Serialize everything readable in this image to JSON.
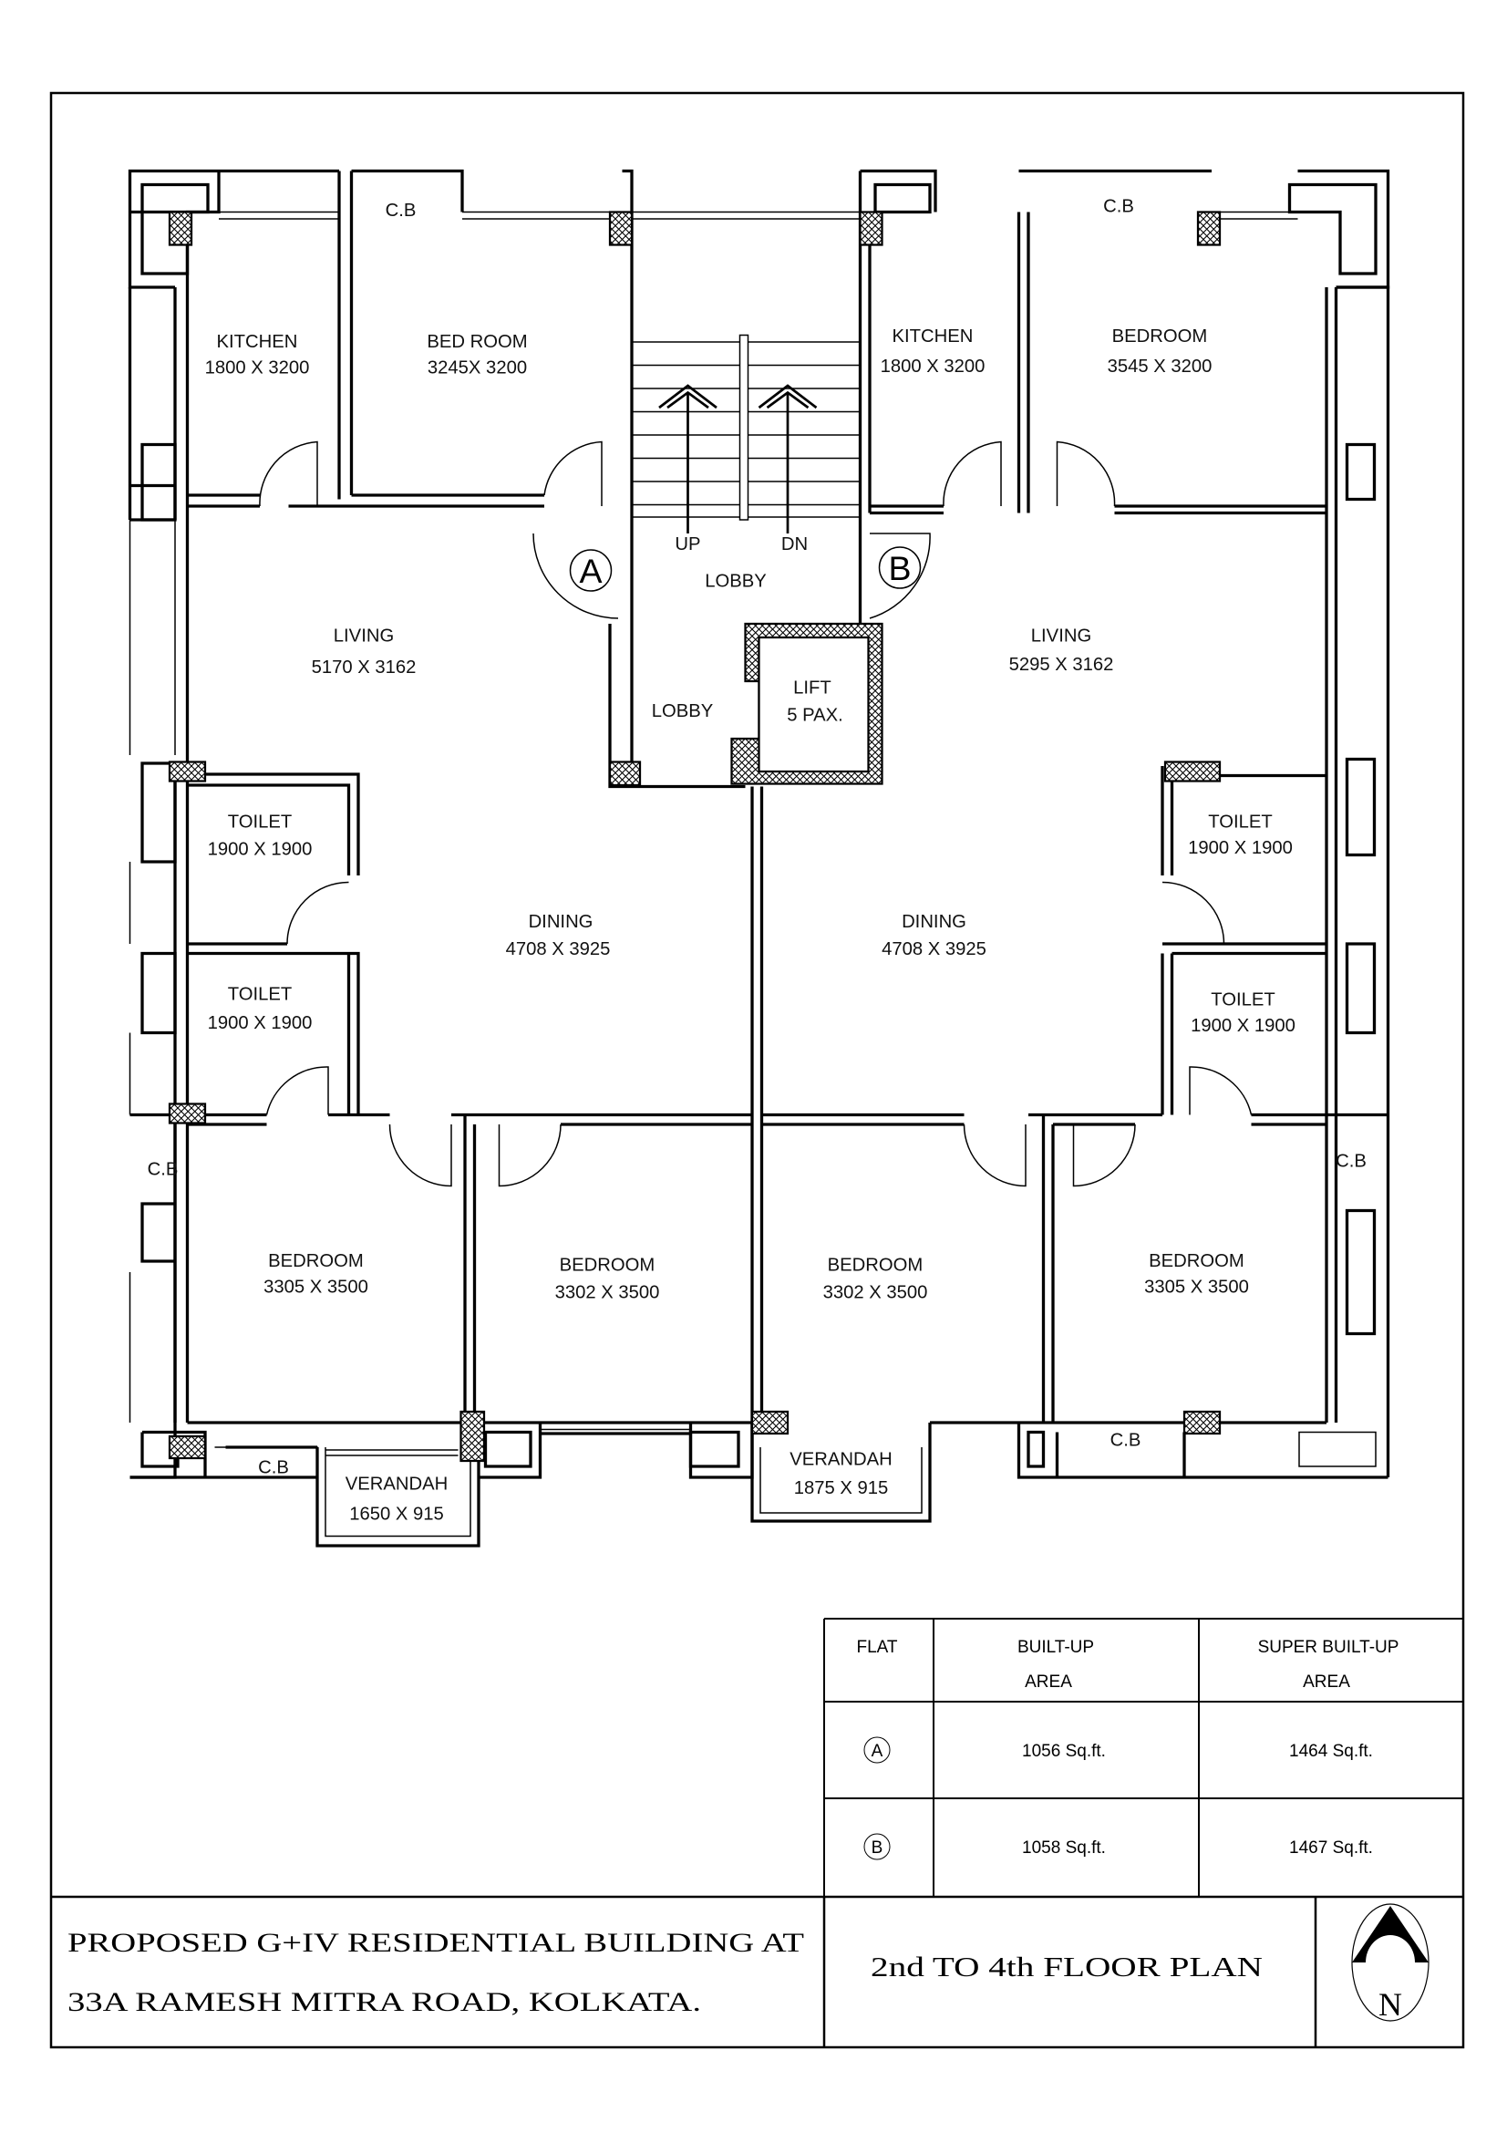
{
  "rooms": {
    "kitchen_a": {
      "name": "KITCHEN",
      "size": "1800 X 3200"
    },
    "bedroom_a_top": {
      "name": "BED ROOM",
      "size": "3245X 3200"
    },
    "kitchen_b": {
      "name": "KITCHEN",
      "size": "1800 X 3200"
    },
    "bedroom_b_top": {
      "name": "BEDROOM",
      "size": "3545 X 3200"
    },
    "living_a": {
      "name": "LIVING",
      "size": "5170 X 3162"
    },
    "living_b": {
      "name": "LIVING",
      "size": "5295 X 3162"
    },
    "toilet_a1": {
      "name": "TOILET",
      "size": "1900 X 1900"
    },
    "toilet_a2": {
      "name": "TOILET",
      "size": "1900 X 1900"
    },
    "toilet_b1": {
      "name": "TOILET",
      "size": "1900 X 1900"
    },
    "toilet_b2": {
      "name": "TOILET",
      "size": "1900 X 1900"
    },
    "dining_a": {
      "name": "DINING",
      "size": "4708 X 3925"
    },
    "dining_b": {
      "name": "DINING",
      "size": "4708 X 3925"
    },
    "bedroom_a1": {
      "name": "BEDROOM",
      "size": "3305 X 3500"
    },
    "bedroom_a2": {
      "name": "BEDROOM",
      "size": "3302 X 3500"
    },
    "bedroom_b2": {
      "name": "BEDROOM",
      "size": "3302 X 3500"
    },
    "bedroom_b1": {
      "name": "BEDROOM",
      "size": "3305 X 3500"
    },
    "verandah_a": {
      "name": "VERANDAH",
      "size": "1650 X 915"
    },
    "verandah_b": {
      "name": "VERANDAH",
      "size": "1875 X 915"
    },
    "lift": {
      "name": "LIFT",
      "capacity": "5 PAX."
    },
    "lobby_upper": "LOBBY",
    "lobby_lower": "LOBBY",
    "cupboard": "C.B",
    "stair_up": "UP",
    "stair_down": "DN",
    "flat_a_tag": "A",
    "flat_b_tag": "B"
  },
  "area_table": {
    "headers": [
      "FLAT",
      "BUILT-UP",
      "AREA",
      "SUPER  BUILT-UP",
      "AREA"
    ],
    "rows": [
      {
        "flat": "A",
        "built_up": "1056  Sq.ft.",
        "super_built_up": "1464  Sq.ft."
      },
      {
        "flat": "B",
        "built_up": "1058  Sq.ft.",
        "super_built_up": "1467  Sq.ft."
      }
    ]
  },
  "title_block": {
    "project_line1": "PROPOSED  G+IV  RESIDENTIAL  BUILDING  AT",
    "project_line2": "33A  RAMESH  MITRA  ROAD,  KOLKATA.",
    "sheet_title": "2nd  TO  4th  FLOOR  PLAN",
    "north_label": "N"
  }
}
